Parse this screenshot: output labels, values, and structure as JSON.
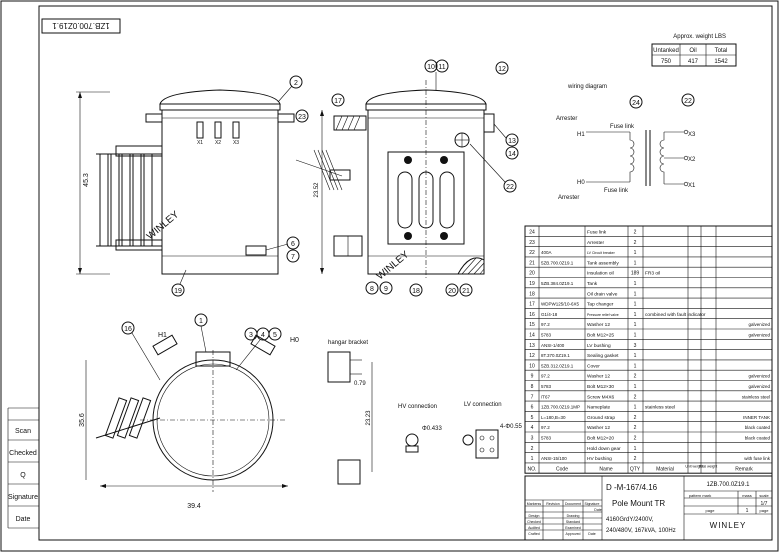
{
  "drawing_number_stamp": "1ZB.700.0Z19.1",
  "watermarks": [
    "WINLEY",
    "WINLEY"
  ],
  "weight_table": {
    "title": "Approx. weight LBS",
    "headers": [
      "Untanked",
      "Oil",
      "Total"
    ],
    "values": [
      "750",
      "417",
      "1542"
    ]
  },
  "wiring": {
    "title": "wiring diagram",
    "arrester_top": "Arrester",
    "arrester_bottom": "Arrester",
    "fuse_top": "Fuse link",
    "fuse_bottom": "Fuse link",
    "h1": "H1",
    "h0": "H0",
    "x3": "X3",
    "x2": "X2",
    "x1": "X1",
    "balloon_24": "24",
    "balloon_22": "22"
  },
  "front_view": {
    "height_dim": "45.3",
    "balloons": [
      "2",
      "6",
      "7",
      "19"
    ],
    "terminal_labels": [
      "X1",
      "X2",
      "X3"
    ]
  },
  "side_view": {
    "height_dim": "23.52",
    "balloons": [
      "10",
      "11",
      "12",
      "13",
      "14",
      "17",
      "22",
      "23",
      "8",
      "9",
      "18",
      "20",
      "21"
    ]
  },
  "plan_view": {
    "h1": "H1",
    "h0": "H0",
    "depth_dim": "35.6",
    "width_dim": "39.4",
    "balloons": [
      "1",
      "3",
      "4",
      "5",
      "16"
    ]
  },
  "details": {
    "hangar_title": "hangar bracket",
    "hangar_dim1": "0.79",
    "hangar_dim2": "23.23",
    "hv_title": "HV connection",
    "hv_dim": "Φ0.433",
    "lv_title": "LV connection",
    "lv_dim": "4-Φ0.55"
  },
  "left_labels": [
    "Scan",
    "Checked",
    "Q",
    "Signature",
    "Date"
  ],
  "bom": {
    "rows": [
      [
        "24",
        "",
        "Fuse link",
        "2",
        "",
        "",
        ""
      ],
      [
        "23",
        "",
        "Arrester",
        "2",
        "",
        "",
        ""
      ],
      [
        "22",
        "400A",
        "LV Circuit breaker",
        "1",
        "",
        "",
        ""
      ],
      [
        "21",
        "5ZB.700.0Z19.1",
        "Tank assembly",
        "1",
        "",
        "",
        ""
      ],
      [
        "20",
        "",
        "Insulation oil",
        "189",
        "FR3 oil",
        "",
        ""
      ],
      [
        "19",
        "5ZB.384.0Z19.1",
        "Tank",
        "1",
        "",
        "",
        ""
      ],
      [
        "18",
        "",
        "Oil drain valve",
        "1",
        "",
        "",
        ""
      ],
      [
        "17",
        "WDPW125/10-6X5",
        "Tap changer",
        "1",
        "",
        "",
        ""
      ],
      [
        "16",
        "G1/4-18",
        "Pressure relief valve",
        "1",
        "combined with fault indicator",
        "",
        ""
      ],
      [
        "15",
        "97.2",
        "Washer 12",
        "1",
        "",
        "",
        "galvenized"
      ],
      [
        "14",
        "5783",
        "Bolt M12×25",
        "1",
        "",
        "",
        "galvenized"
      ],
      [
        "13",
        "ANSI-1/400",
        "LV bushing",
        "3",
        "",
        "",
        ""
      ],
      [
        "12",
        "8T.370.0Z19.1",
        "Sealing gasket",
        "1",
        "",
        "",
        ""
      ],
      [
        "10",
        "5ZB.312.0Z19.1",
        "Cover",
        "1",
        "",
        "",
        ""
      ],
      [
        "9",
        "97.2",
        "Washer 12",
        "2",
        "",
        "",
        "galvenized"
      ],
      [
        "8",
        "5783",
        "Bolt M12×30",
        "1",
        "",
        "",
        "galvenized"
      ],
      [
        "7",
        "/T67",
        "Screw M4X6",
        "2",
        "",
        "",
        "stainless steel"
      ],
      [
        "6",
        "1ZB.700.0Z19.1MP",
        "Nameplate",
        "1",
        "stainless steel",
        "",
        ""
      ],
      [
        "5",
        "L=180,B=30",
        "Ground strap",
        "2",
        "",
        "",
        "INNER TANK"
      ],
      [
        "4",
        "97.2",
        "Washer 12",
        "2",
        "",
        "",
        "black coated"
      ],
      [
        "3",
        "5783",
        "Bolt M12×20",
        "2",
        "",
        "",
        "black coated"
      ],
      [
        "2",
        "",
        "Hold down gear",
        "1",
        "",
        "",
        ""
      ],
      [
        "1",
        "ANSI-15/100",
        "HV bushing",
        "2",
        "",
        "",
        "with fuse link"
      ]
    ],
    "headers": [
      "NO.",
      "Code",
      "Name",
      "QTY",
      "Material",
      "Unit weight",
      "Total weight",
      "Remark"
    ]
  },
  "title_block": {
    "drawing_no": "1ZB.700.0Z19.1",
    "model": "D -M-167/4.16",
    "product": "Pole Mount TR",
    "spec1": "4160GrdY/2400V,",
    "spec2": "240/480V, 167kVA, 100Hz",
    "company": "WINLEY",
    "pattern_mark": "pattern mark",
    "mass": "mass",
    "scale": "scale",
    "scale_val": "1/7",
    "page": "page",
    "page_val": "1",
    "page2": "page",
    "revision_cells": [
      "Markerss",
      "Revision",
      "Document",
      "Signature",
      "Date"
    ],
    "role_cells": [
      "Design",
      "Checked",
      "Audited",
      "Crafted"
    ],
    "role_cells2": [
      "Drawing",
      "Standard",
      "Examined",
      "Approved"
    ],
    "date_label": "Date"
  }
}
